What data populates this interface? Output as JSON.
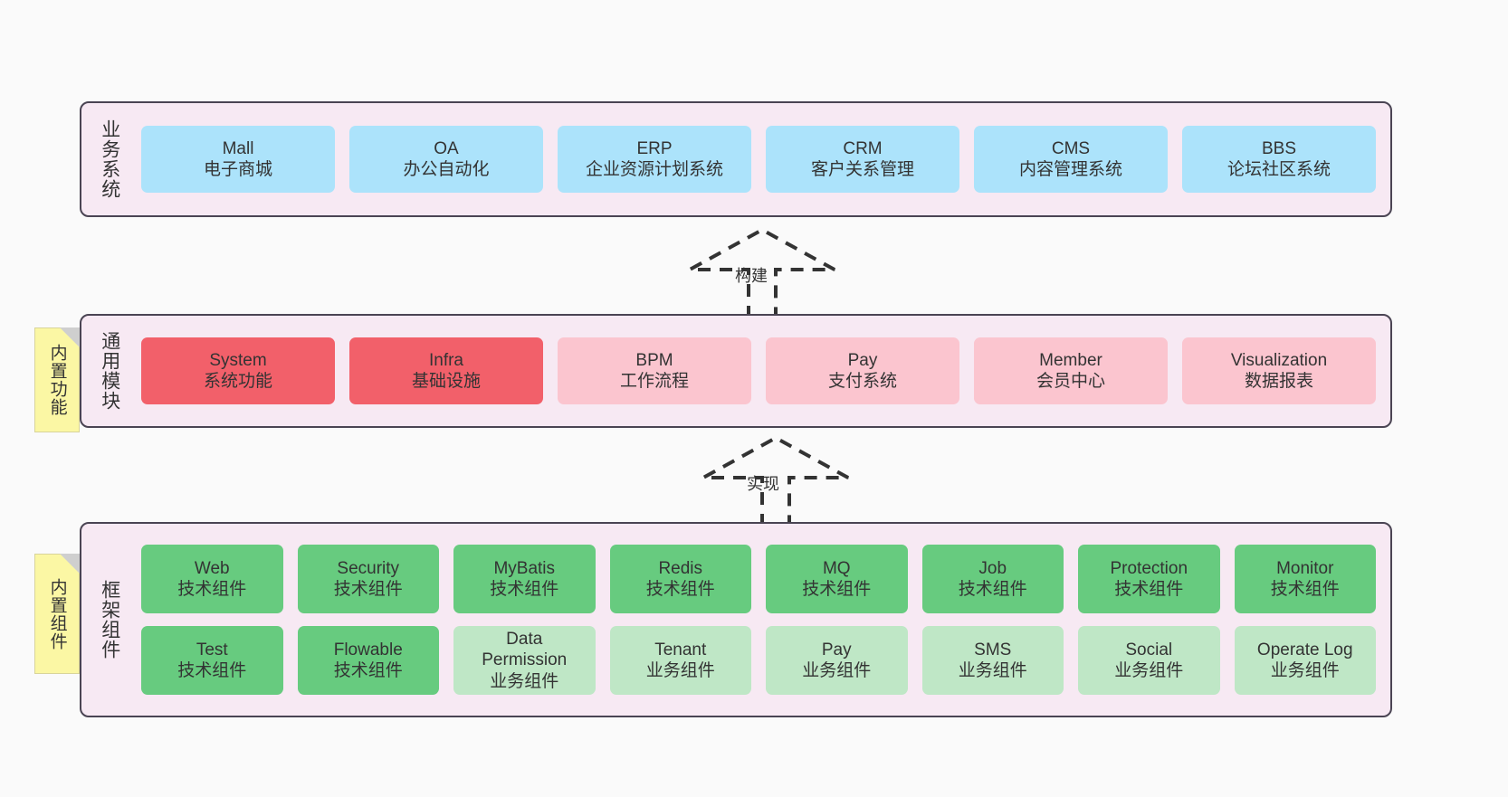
{
  "diagram": {
    "background": "#fafafa",
    "border_color": "#4a4453",
    "layer_background": "#f7e9f3",
    "note_color": "#fbf7a4"
  },
  "notes": [
    {
      "id": "builtin-feature",
      "label": "内置功能"
    },
    {
      "id": "builtin-component",
      "label": "内置组件"
    }
  ],
  "connectors": [
    {
      "id": "build",
      "label": "构建",
      "style": "dashed-hollow-arrow-up"
    },
    {
      "id": "implement",
      "label": "实现",
      "style": "dashed-hollow-arrow-up"
    }
  ],
  "layers": [
    {
      "id": "business",
      "title": "业务系统",
      "color": "#ace3fb",
      "rows": [
        [
          {
            "name": "Mall",
            "desc": "电子商城",
            "color": "#ace3fb"
          },
          {
            "name": "OA",
            "desc": "办公自动化",
            "color": "#ace3fb"
          },
          {
            "name": "ERP",
            "desc": "企业资源计划系统",
            "color": "#ace3fb"
          },
          {
            "name": "CRM",
            "desc": "客户关系管理",
            "color": "#ace3fb"
          },
          {
            "name": "CMS",
            "desc": "内容管理系统",
            "color": "#ace3fb"
          },
          {
            "name": "BBS",
            "desc": "论坛社区系统",
            "color": "#ace3fb"
          }
        ]
      ]
    },
    {
      "id": "common",
      "title": "通用模块",
      "rows": [
        [
          {
            "name": "System",
            "desc": "系统功能",
            "color": "#f2606a"
          },
          {
            "name": "Infra",
            "desc": "基础设施",
            "color": "#f2606a"
          },
          {
            "name": "BPM",
            "desc": "工作流程",
            "color": "#fbc5cf"
          },
          {
            "name": "Pay",
            "desc": "支付系统",
            "color": "#fbc5cf"
          },
          {
            "name": "Member",
            "desc": "会员中心",
            "color": "#fbc5cf"
          },
          {
            "name": "Visualization",
            "desc": "数据报表",
            "color": "#fbc5cf"
          }
        ]
      ]
    },
    {
      "id": "framework",
      "title": "框架组件",
      "rows": [
        [
          {
            "name": "Web",
            "desc": "技术组件",
            "color": "#67cb7f"
          },
          {
            "name": "Security",
            "desc": "技术组件",
            "color": "#67cb7f"
          },
          {
            "name": "MyBatis",
            "desc": "技术组件",
            "color": "#67cb7f"
          },
          {
            "name": "Redis",
            "desc": "技术组件",
            "color": "#67cb7f"
          },
          {
            "name": "MQ",
            "desc": "技术组件",
            "color": "#67cb7f"
          },
          {
            "name": "Job",
            "desc": "技术组件",
            "color": "#67cb7f"
          },
          {
            "name": "Protection",
            "desc": "技术组件",
            "color": "#67cb7f"
          },
          {
            "name": "Monitor",
            "desc": "技术组件",
            "color": "#67cb7f"
          }
        ],
        [
          {
            "name": "Test",
            "desc": "技术组件",
            "color": "#67cb7f"
          },
          {
            "name": "Flowable",
            "desc": "技术组件",
            "color": "#67cb7f"
          },
          {
            "name": "Data",
            "name2": "Permission",
            "desc": "业务组件",
            "color": "#bfe7c6"
          },
          {
            "name": "Tenant",
            "desc": "业务组件",
            "color": "#bfe7c6"
          },
          {
            "name": "Pay",
            "desc": "业务组件",
            "color": "#bfe7c6"
          },
          {
            "name": "SMS",
            "desc": "业务组件",
            "color": "#bfe7c6"
          },
          {
            "name": "Social",
            "desc": "业务组件",
            "color": "#bfe7c6"
          },
          {
            "name": "Operate Log",
            "desc": "业务组件",
            "color": "#bfe7c6"
          }
        ]
      ]
    }
  ]
}
